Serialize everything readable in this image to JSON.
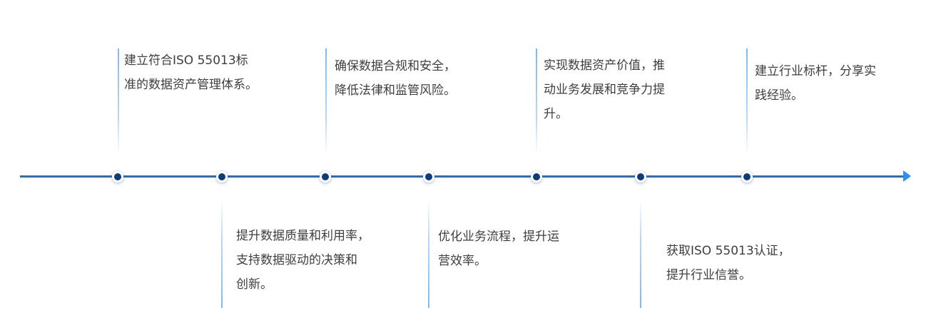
{
  "timeline": {
    "items": [
      {
        "position": "above",
        "lines": [
          "建立符合ISO 55013标",
          "准的数据资产管理体系。"
        ]
      },
      {
        "position": "below",
        "lines": [
          "提升数据质量和利用率，",
          "支持数据驱动的决策和",
          "创新。"
        ]
      },
      {
        "position": "above",
        "lines": [
          "确保数据合规和安全，",
          "降低法律和监管风险。"
        ]
      },
      {
        "position": "below",
        "lines": [
          "优化业务流程，提升运",
          "营效率。"
        ]
      },
      {
        "position": "above",
        "lines": [
          "实现数据资产价值，推",
          "动业务发展和竞争力提",
          "升。"
        ]
      },
      {
        "position": "below",
        "lines": [
          "获取ISO 55013认证，",
          "提升行业信誉。"
        ]
      },
      {
        "position": "above",
        "lines": [
          "建立行业标杆，分享实",
          "践经验。"
        ]
      }
    ]
  },
  "colors": {
    "axis": "#2a6fb4",
    "arrow": "#2e8ef5",
    "dot": "#0c3d78",
    "connector": "#7fb8ee",
    "text": "#3e3e3e"
  }
}
